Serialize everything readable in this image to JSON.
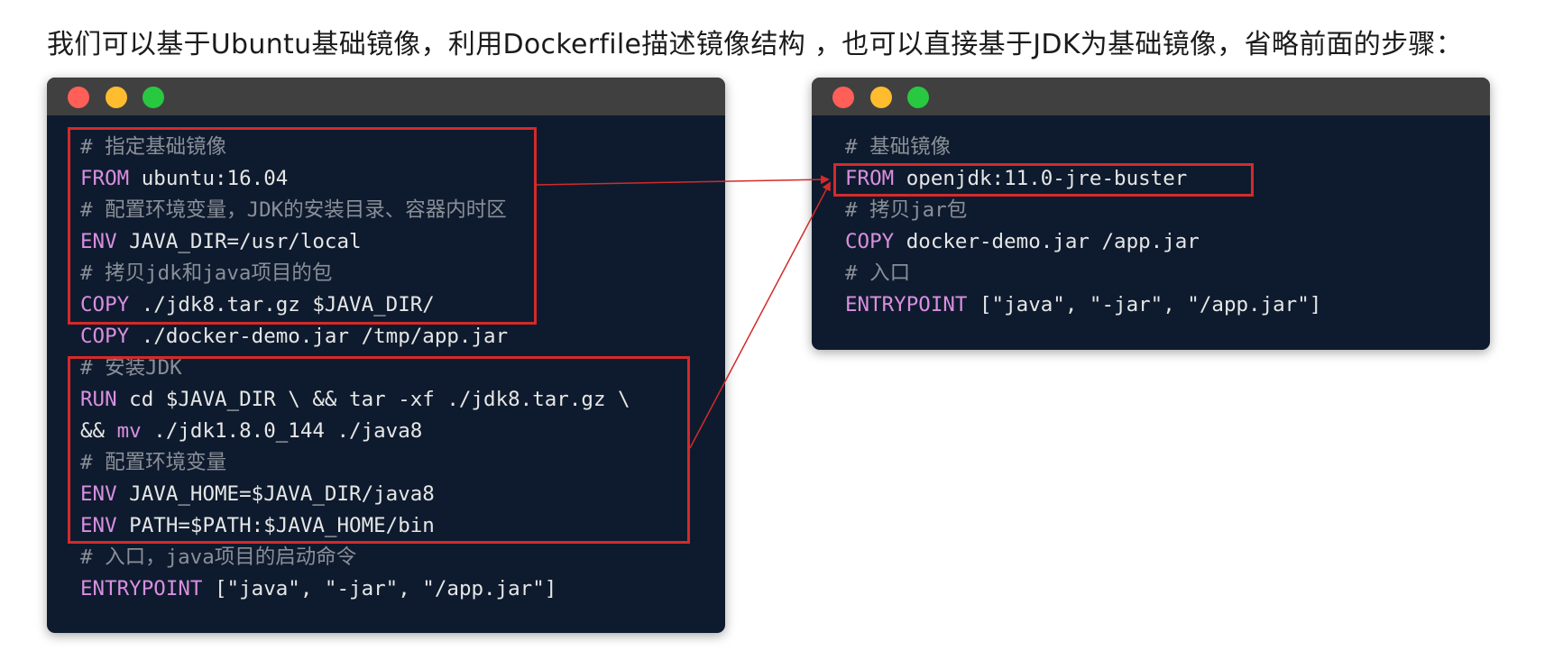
{
  "heading": "我们可以基于Ubuntu基础镜像，利用Dockerfile描述镜像结构 ，也可以直接基于JDK为基础镜像，省略前面的步骤：",
  "colors": {
    "window_bg": "#0e1b2e",
    "titlebar": "#404040",
    "keyword": "#d98fe0",
    "comment": "#8a8f98",
    "text": "#e6e6e6",
    "highlight": "#d42a2a"
  },
  "left_window": {
    "lines": [
      {
        "type": "comment",
        "text": "# 指定基础镜像"
      },
      {
        "type": "code",
        "kw": "FROM",
        "rest": " ubuntu:16.04"
      },
      {
        "type": "comment",
        "text": "# 配置环境变量，JDK的安装目录、容器内时区"
      },
      {
        "type": "code",
        "kw": "ENV",
        "rest": " JAVA_DIR=/usr/local"
      },
      {
        "type": "comment",
        "text": "# 拷贝jdk和java项目的包"
      },
      {
        "type": "code",
        "kw": "COPY",
        "rest": " ./jdk8.tar.gz $JAVA_DIR/"
      },
      {
        "type": "code",
        "kw": "COPY",
        "rest": " ./docker-demo.jar /tmp/app.jar"
      },
      {
        "type": "comment",
        "text": "# 安装JDK"
      },
      {
        "type": "code",
        "kw": "RUN",
        "rest": " cd $JAVA_DIR \\ && tar -xf ./jdk8.tar.gz \\"
      },
      {
        "type": "code2",
        "pre": "&& ",
        "kw": "mv",
        "rest": " ./jdk1.8.0_144 ./java8"
      },
      {
        "type": "comment",
        "text": "# 配置环境变量"
      },
      {
        "type": "code",
        "kw": "ENV",
        "rest": " JAVA_HOME=$JAVA_DIR/java8"
      },
      {
        "type": "code",
        "kw": "ENV",
        "rest": " PATH=$PATH:$JAVA_HOME/bin"
      },
      {
        "type": "comment",
        "text": "# 入口，java项目的启动命令"
      },
      {
        "type": "code",
        "kw": "ENTRYPOINT",
        "rest": " [\"java\", \"-jar\", \"/app.jar\"]"
      }
    ]
  },
  "right_window": {
    "lines": [
      {
        "type": "comment",
        "text": "# 基础镜像"
      },
      {
        "type": "code",
        "kw": "FROM",
        "rest": " openjdk:11.0-jre-buster"
      },
      {
        "type": "comment",
        "text": "# 拷贝jar包"
      },
      {
        "type": "code",
        "kw": "COPY",
        "rest": " docker-demo.jar /app.jar"
      },
      {
        "type": "comment",
        "text": "# 入口"
      },
      {
        "type": "code",
        "kw": "ENTRYPOINT",
        "rest": " [\"java\", \"-jar\", \"/app.jar\"]"
      }
    ]
  }
}
